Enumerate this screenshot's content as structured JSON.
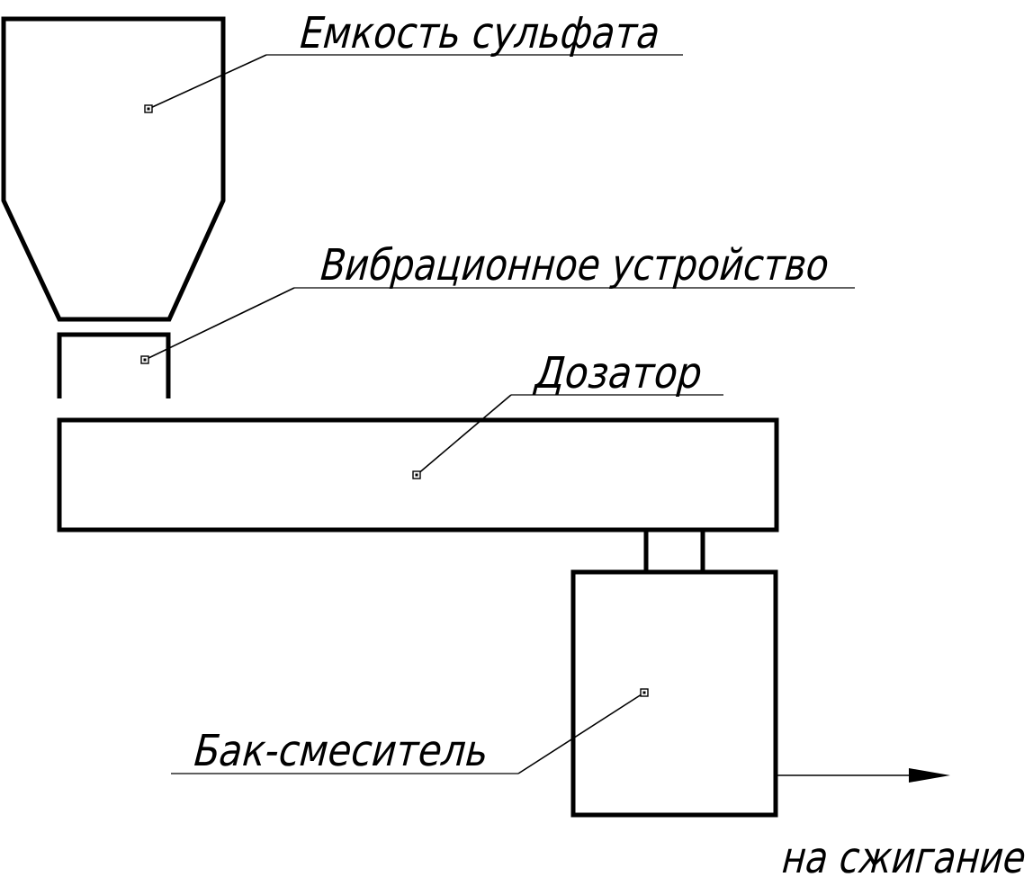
{
  "labels": {
    "sulfate_tank": "Емкость сульфата",
    "vibration_device": "Вибрационное устройство",
    "dosing_unit": "Дозатор",
    "mixer_tank": "Бак-смеситель",
    "outlet": "на сжигание"
  }
}
